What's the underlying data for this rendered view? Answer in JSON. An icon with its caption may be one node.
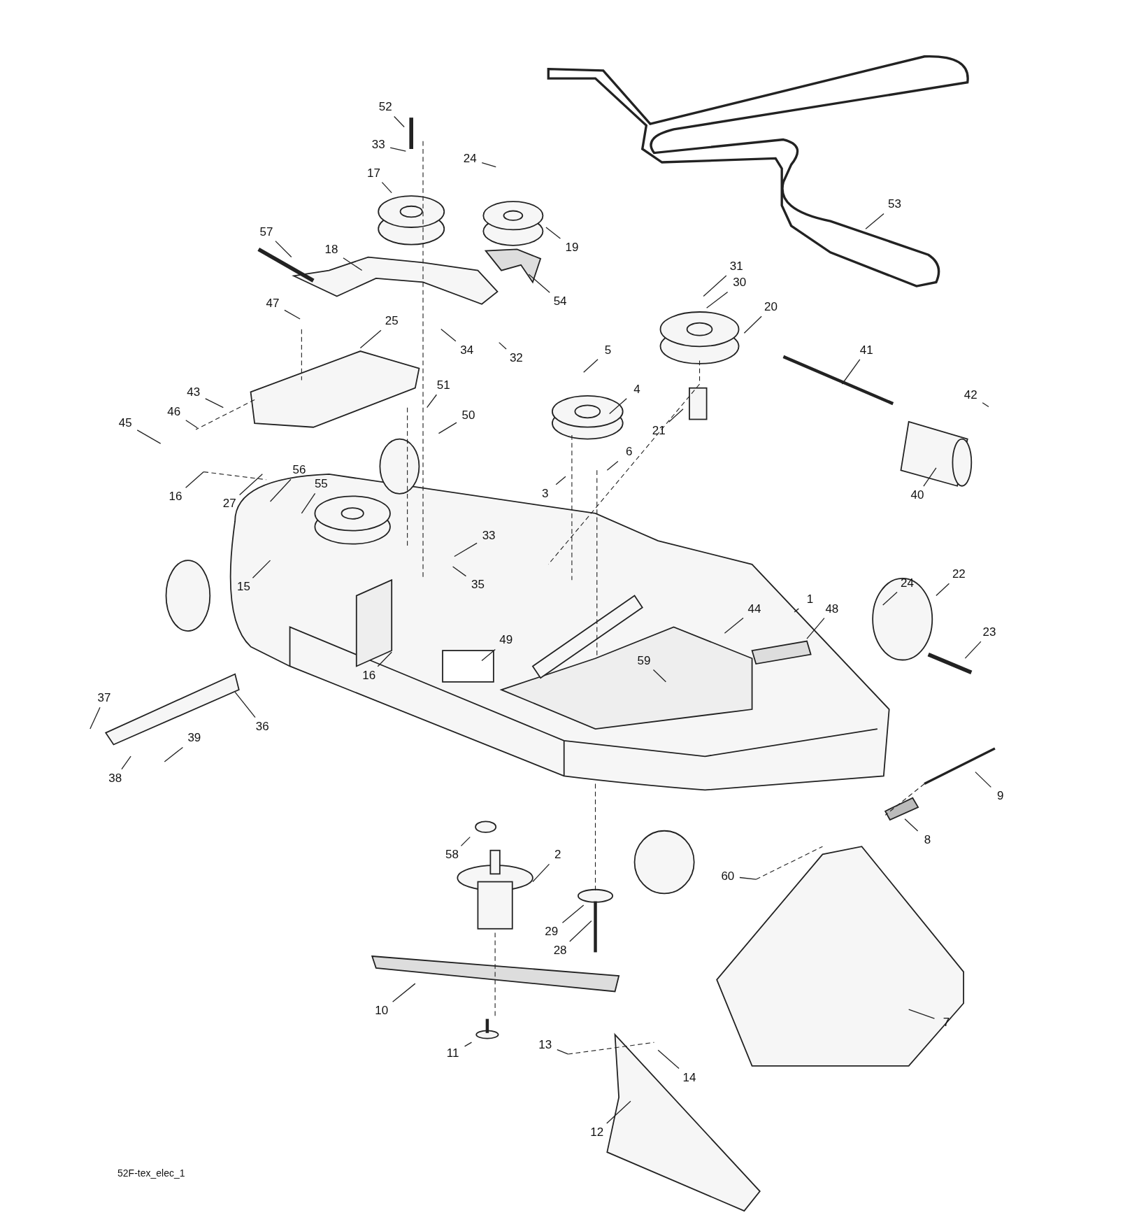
{
  "diagram": {
    "nodes": [
      {
        "text": [
          "52"
        ]
      },
      {
        "text": [
          "33"
        ]
      },
      {
        "text": [
          "24"
        ]
      },
      {
        "text": [
          "17"
        ]
      },
      {
        "text": [
          "57"
        ]
      },
      {
        "text": [
          "18"
        ]
      },
      {
        "text": [
          "19"
        ]
      },
      {
        "text": [
          "53"
        ]
      },
      {
        "text": [
          "31"
        ]
      },
      {
        "text": [
          "30"
        ]
      },
      {
        "text": [
          "20"
        ]
      },
      {
        "text": [
          "54"
        ]
      },
      {
        "text": [
          "47"
        ]
      },
      {
        "text": [
          "25"
        ]
      },
      {
        "text": [
          "34"
        ]
      },
      {
        "text": [
          "32"
        ]
      },
      {
        "text": [
          "5"
        ]
      },
      {
        "text": [
          "41"
        ]
      },
      {
        "text": [
          "51"
        ]
      },
      {
        "text": [
          "4"
        ]
      },
      {
        "text": [
          "42"
        ]
      },
      {
        "text": [
          "43"
        ]
      },
      {
        "text": [
          "50"
        ]
      },
      {
        "text": [
          "45"
        ]
      },
      {
        "text": [
          "46"
        ]
      },
      {
        "text": [
          "21"
        ]
      },
      {
        "text": [
          "6"
        ]
      },
      {
        "text": [
          "16"
        ]
      },
      {
        "text": [
          "27"
        ]
      },
      {
        "text": [
          "56"
        ]
      },
      {
        "text": [
          "55"
        ]
      },
      {
        "text": [
          "3"
        ]
      },
      {
        "text": [
          "40"
        ]
      },
      {
        "text": [
          "33"
        ]
      },
      {
        "text": [
          "15"
        ]
      },
      {
        "text": [
          "35"
        ]
      },
      {
        "text": [
          "24"
        ]
      },
      {
        "text": [
          "22"
        ]
      },
      {
        "text": [
          "1"
        ]
      },
      {
        "text": [
          "48"
        ]
      },
      {
        "text": [
          "44"
        ]
      },
      {
        "text": [
          "23"
        ]
      },
      {
        "text": [
          "49"
        ]
      },
      {
        "text": [
          "16"
        ]
      },
      {
        "text": [
          "59"
        ]
      },
      {
        "text": [
          "36"
        ]
      },
      {
        "text": [
          "37"
        ]
      },
      {
        "text": [
          "39"
        ]
      },
      {
        "text": [
          "38"
        ]
      },
      {
        "text": [
          "9"
        ]
      },
      {
        "text": [
          "8"
        ]
      },
      {
        "text": [
          "58"
        ]
      },
      {
        "text": [
          "2"
        ]
      },
      {
        "text": [
          "60"
        ]
      },
      {
        "text": [
          "29"
        ]
      },
      {
        "text": [
          "28"
        ]
      },
      {
        "text": [
          "7"
        ]
      },
      {
        "text": [
          "10"
        ]
      },
      {
        "text": [
          "11"
        ]
      },
      {
        "text": [
          "13"
        ]
      },
      {
        "text": [
          "14"
        ]
      },
      {
        "text": [
          "12"
        ]
      }
    ],
    "edges": [
      {
        "from": 0,
        "to": null,
        "arrow": "none"
      },
      {
        "from": 1,
        "to": null,
        "arrow": "none"
      },
      {
        "from": 2,
        "to": null,
        "arrow": "none"
      },
      {
        "from": 3,
        "to": null,
        "arrow": "none"
      },
      {
        "from": 4,
        "to": null,
        "arrow": "none"
      },
      {
        "from": 5,
        "to": null,
        "arrow": "none"
      },
      {
        "from": 6,
        "to": null,
        "arrow": "none"
      },
      {
        "from": 7,
        "to": null,
        "arrow": "none"
      },
      {
        "from": 8,
        "to": null,
        "arrow": "none"
      },
      {
        "from": 9,
        "to": null,
        "arrow": "none"
      },
      {
        "from": 10,
        "to": null,
        "arrow": "none"
      },
      {
        "from": 11,
        "to": null,
        "arrow": "none"
      },
      {
        "from": 12,
        "to": null,
        "arrow": "none"
      },
      {
        "from": 13,
        "to": null,
        "arrow": "none"
      },
      {
        "from": 14,
        "to": null,
        "arrow": "none"
      },
      {
        "from": 15,
        "to": null,
        "arrow": "none"
      },
      {
        "from": 16,
        "to": null,
        "arrow": "none"
      },
      {
        "from": 17,
        "to": null,
        "arrow": "none"
      },
      {
        "from": 18,
        "to": null,
        "arrow": "none"
      },
      {
        "from": 19,
        "to": null,
        "arrow": "none"
      },
      {
        "from": 20,
        "to": null,
        "arrow": "none"
      },
      {
        "from": 21,
        "to": null,
        "arrow": "none"
      },
      {
        "from": 22,
        "to": null,
        "arrow": "none"
      },
      {
        "from": 23,
        "to": null,
        "arrow": "none"
      },
      {
        "from": 24,
        "to": null,
        "arrow": "none"
      },
      {
        "from": 25,
        "to": null,
        "arrow": "none"
      },
      {
        "from": 26,
        "to": null,
        "arrow": "none"
      },
      {
        "from": 27,
        "to": null,
        "arrow": "none"
      },
      {
        "from": 28,
        "to": null,
        "arrow": "none"
      },
      {
        "from": 29,
        "to": null,
        "arrow": "none"
      },
      {
        "from": 30,
        "to": null,
        "arrow": "none"
      },
      {
        "from": 31,
        "to": null,
        "arrow": "none"
      },
      {
        "from": 32,
        "to": null,
        "arrow": "none"
      },
      {
        "from": 33,
        "to": null,
        "arrow": "none"
      },
      {
        "from": 34,
        "to": null,
        "arrow": "none"
      },
      {
        "from": 35,
        "to": null,
        "arrow": "none"
      },
      {
        "from": 36,
        "to": null,
        "arrow": "none"
      },
      {
        "from": 37,
        "to": null,
        "arrow": "none"
      },
      {
        "from": 38,
        "to": null,
        "arrow": "none"
      },
      {
        "from": 39,
        "to": null,
        "arrow": "none"
      },
      {
        "from": 40,
        "to": null,
        "arrow": "none"
      },
      {
        "from": 41,
        "to": null,
        "arrow": "none"
      },
      {
        "from": 42,
        "to": null,
        "arrow": "none"
      },
      {
        "from": 43,
        "to": null,
        "arrow": "none"
      },
      {
        "from": 44,
        "to": null,
        "arrow": "none"
      },
      {
        "from": 45,
        "to": null,
        "arrow": "none"
      },
      {
        "from": 46,
        "to": null,
        "arrow": "none"
      },
      {
        "from": 47,
        "to": null,
        "arrow": "none"
      },
      {
        "from": 48,
        "to": null,
        "arrow": "none"
      },
      {
        "from": 49,
        "to": null,
        "arrow": "none"
      },
      {
        "from": 50,
        "to": null,
        "arrow": "none"
      },
      {
        "from": 51,
        "to": null,
        "arrow": "none"
      },
      {
        "from": 52,
        "to": null,
        "arrow": "none"
      },
      {
        "from": 53,
        "to": null,
        "arrow": "none"
      },
      {
        "from": 54,
        "to": null,
        "arrow": "none"
      },
      {
        "from": 55,
        "to": null,
        "arrow": "none"
      },
      {
        "from": 56,
        "to": null,
        "arrow": "none"
      },
      {
        "from": 57,
        "to": null,
        "arrow": "none"
      },
      {
        "from": 58,
        "to": null,
        "arrow": "none"
      },
      {
        "from": 59,
        "to": null,
        "arrow": "none"
      },
      {
        "from": 60,
        "to": null,
        "arrow": "none"
      },
      {
        "from": 61,
        "to": null,
        "arrow": "none"
      }
    ],
    "labels": [
      "52F-tex_elec_1"
    ]
  }
}
